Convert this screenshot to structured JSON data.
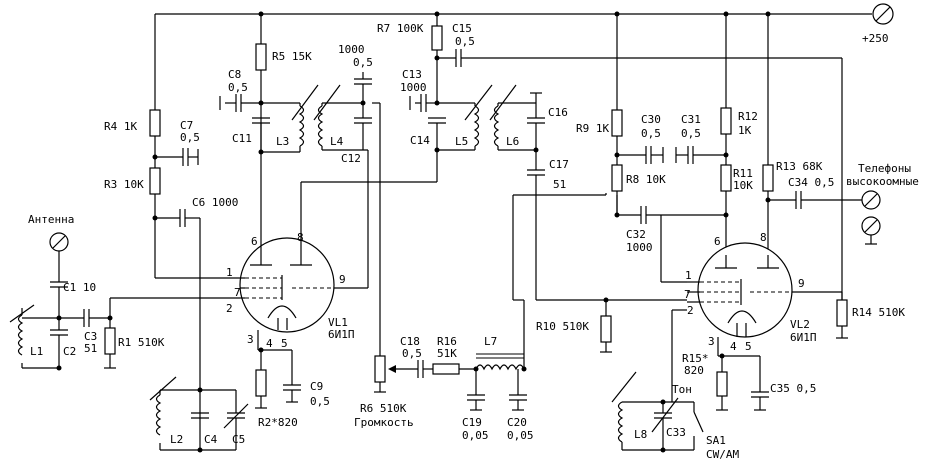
{
  "labels": {
    "antenna": "Антенна",
    "power": "+250",
    "phones_1": "Телефоны",
    "phones_2": "высокоомные",
    "r1": "R1 510K",
    "r2": "R2*820",
    "r3": "R3 10K",
    "r4": "R4 1K",
    "r5": "R5 15K",
    "r6_1": "R6 510K",
    "r6_2": "Громкость",
    "r7": "R7 100K",
    "r8": "R8 10K",
    "r9": "R9 1K",
    "r10": "R10 510K",
    "r11_1": "R11",
    "r11_2": "10K",
    "r12_1": "R12",
    "r12_2": "1K",
    "r13": "R13 68K",
    "r14": "R14 510K",
    "r15_1": "R15*",
    "r15_2": "820",
    "r16_1": "R16",
    "r16_2": "51K",
    "c1": "C1 10",
    "c2": "C2",
    "c3_1": "C3",
    "c3_2": "51",
    "c4": "C4",
    "c5": "C5",
    "c6": "C6 1000",
    "c7_1": "C7",
    "c7_2": "0,5",
    "c8_1": "C8",
    "c8_2": "0,5",
    "c9_1": "C9",
    "c9_2": "0,5",
    "c10_1": "1000",
    "c10_2": "0,5",
    "c11": "C11",
    "c12": "C12",
    "c13_1": "C13",
    "c13_2": "1000",
    "c14": "C14",
    "c15_1": "C15",
    "c15_2": "0,5",
    "c16": "C16",
    "c17_1": "C17",
    "c17_2": "51",
    "c18_1": "C18",
    "c18_2": "0,5",
    "c19_1": "C19",
    "c19_2": "0,05",
    "c20_1": "C20",
    "c20_2": "0,05",
    "c30_1": "C30",
    "c30_2": "0,5",
    "c31_1": "C31",
    "c31_2": "0,5",
    "c32_1": "C32",
    "c32_2": "1000",
    "c33": "C33",
    "c34": "C34 0,5",
    "c35": "C35 0,5",
    "l1": "L1",
    "l2": "L2",
    "l3": "L3",
    "l4": "L4",
    "l5": "L5",
    "l6": "L6",
    "l7": "L7",
    "l8": "L8",
    "vl1_1": "VL1",
    "vl1_2": "6И1П",
    "vl2_1": "VL2",
    "vl2_2": "6И1П",
    "ton": "Тон",
    "sa1_1": "SA1",
    "sa1_2": "CW/AM",
    "pin1": "1",
    "pin2": "2",
    "pin3": "3",
    "pin45": "4",
    "pin5": "5",
    "pin6": "6",
    "pin7": "7",
    "pin8": "8",
    "pin9": "9"
  }
}
